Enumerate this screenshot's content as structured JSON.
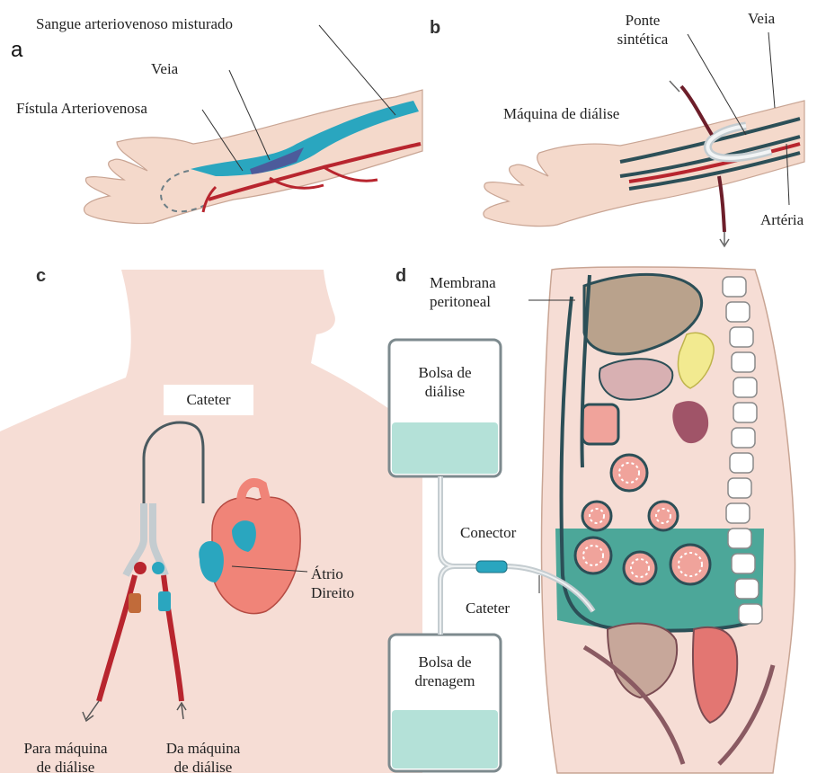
{
  "panels": {
    "a": "a",
    "b": "b",
    "c": "c",
    "d": "d"
  },
  "panel_a": {
    "mixed_blood": "Sangue arteriovenoso misturado",
    "vein": "Veia",
    "fistula": "Fístula Arteriovenosa"
  },
  "panel_b": {
    "bridge_line1": "Ponte",
    "bridge_line2": "sintética",
    "vein": "Veia",
    "machine": "Máquina de diálise",
    "artery": "Artéria"
  },
  "panel_c": {
    "catheter": "Cateter",
    "atrium_line1": "Átrio",
    "atrium_line2": "Direito",
    "to_machine_line1": "Para máquina",
    "to_machine_line2": "de diálise",
    "from_machine_line1": "Da máquina",
    "from_machine_line2": "de diálise"
  },
  "panel_d": {
    "membrane_line1": "Membrana",
    "membrane_line2": "peritoneal",
    "dialysis_bag_line1": "Bolsa de",
    "dialysis_bag_line2": "diálise",
    "connector": "Conector",
    "catheter": "Cateter",
    "drain_bag_line1": "Bolsa de",
    "drain_bag_line2": "drenagem"
  },
  "colors": {
    "skin": "#f4d9cb",
    "skin_dark": "#e8c2ae",
    "vein": "#2aa6bf",
    "artery": "#b8252e",
    "heart": "#f08478",
    "fluid": "#b4e1d8",
    "tube": "#c4ccd0",
    "dark_vessel": "#2c4f57",
    "body_bg": "#f6ddd5"
  }
}
